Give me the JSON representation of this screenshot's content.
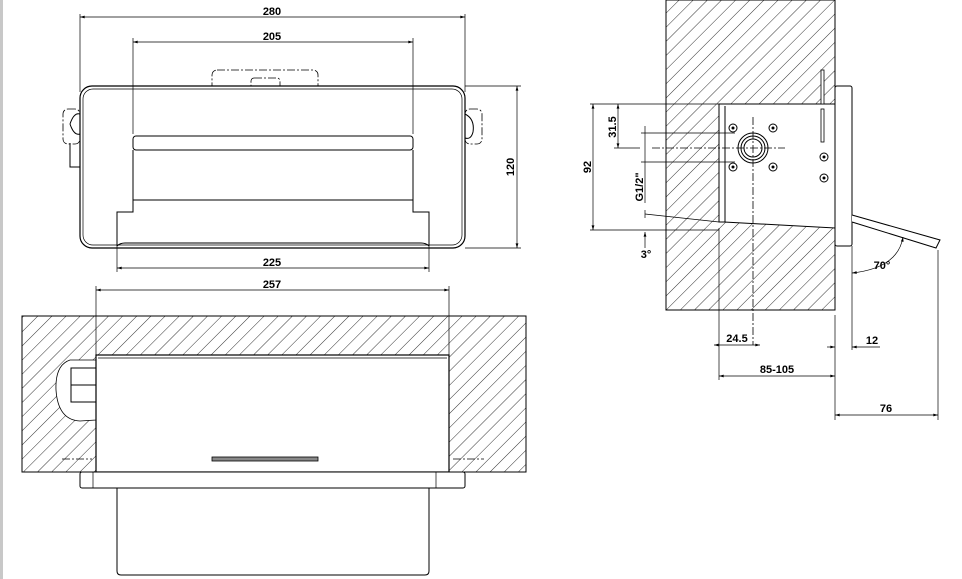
{
  "drawing": {
    "front_view": {
      "dims": {
        "overall_width": "280",
        "inner_width": "205",
        "spout_width": "225",
        "height": "120"
      }
    },
    "top_view": {
      "dims": {
        "cutout_width": "257"
      }
    },
    "side_view": {
      "dims": {
        "cutout_height": "92",
        "outlet_offset": "31.5",
        "thread": "G1/2\"",
        "slope": "3°",
        "outlet_depth": "24.5",
        "wall_depth": "85-105",
        "plate_thickness": "12",
        "spout_projection": "76",
        "spout_angle": "70°"
      }
    }
  }
}
